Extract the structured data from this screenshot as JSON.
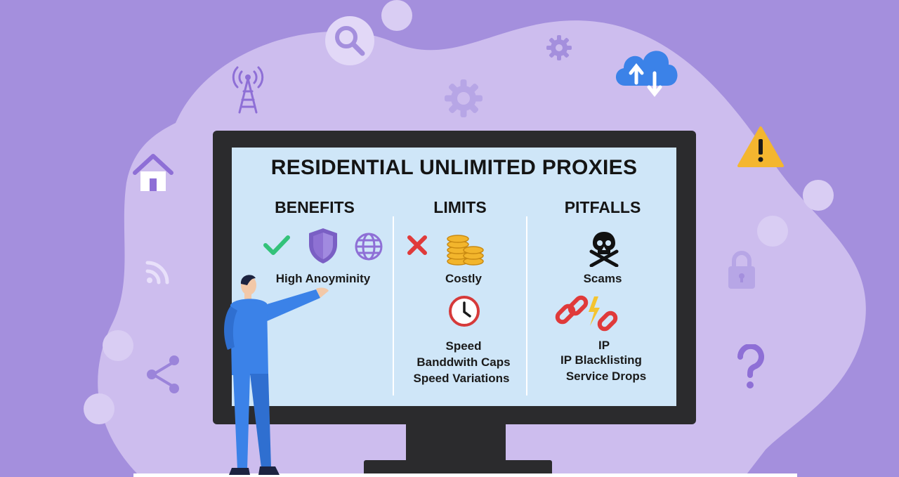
{
  "title": "RESIDENTIAL UNLIMITED PROXIES",
  "columns": [
    {
      "heading": "BENEFITS",
      "labels": [
        "High Anoyminity"
      ]
    },
    {
      "heading": "LIMITS",
      "labels": [
        "Costly",
        "Speed",
        "Banddwith Caps",
        "Speed Variations"
      ]
    },
    {
      "heading": "PITFALLS",
      "labels": [
        "Scams",
        "IP",
        "IP Blacklisting",
        "Service Drops"
      ]
    }
  ],
  "icons": {
    "benefits": [
      "check-icon",
      "shield-icon",
      "globe-icon"
    ],
    "limits": [
      "cross-icon",
      "coins-icon",
      "clock-icon"
    ],
    "pitfalls": [
      "skull-icon",
      "broken-link-icon"
    ],
    "background": [
      "search-icon",
      "gear-icon",
      "antenna-icon",
      "cloud-sync-icon",
      "house-icon",
      "warning-icon",
      "wifi-icon",
      "lock-icon",
      "share-icon",
      "question-icon"
    ]
  },
  "colors": {
    "background": "#a48fdd",
    "blob": "#cdbdee",
    "screen": "#cfe6f8",
    "monitor": "#2b2b2d",
    "accent_purple": "#8e6fd6",
    "person": "#3b82e8",
    "cloud": "#3b82e8",
    "warning": "#f4b62f",
    "cross": "#e03a3a",
    "check": "#33c27a"
  }
}
